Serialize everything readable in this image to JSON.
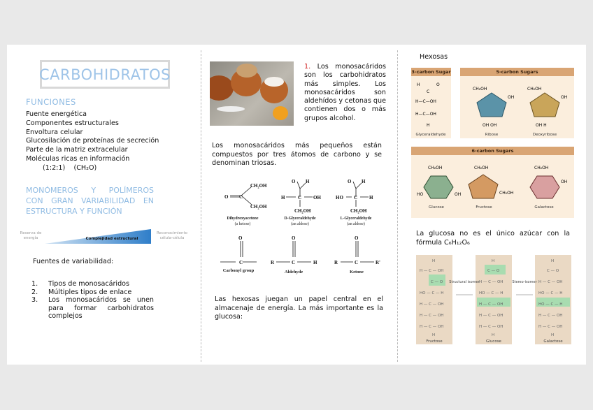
{
  "left": {
    "title": "CARBOHIDRATOS",
    "funciones_heading": "FUNCIONES",
    "funciones": [
      "Fuente energética",
      "Componentes estructurales",
      "Envoltura celular",
      "Glucosilación de proteínas de secreción",
      "Parte de la matriz extracelular",
      "Moléculas ricas en información"
    ],
    "ratio": "(1:2:1)",
    "formula": "(CH₂O)",
    "monomeros_heading": [
      "MONÓMEROS Y POLÍMEROS",
      "CON GRAN VARIABILIDAD EN",
      "ESTRUCTURA Y FUNCIÓN"
    ],
    "gradient": {
      "left": "Reserva de energía",
      "center": "Complejidad estructural",
      "right": "Reconocimiento célula-célula"
    },
    "fuentes_heading": "Fuentes de variabilidad:",
    "fuentes": [
      {
        "n": "1.",
        "text": "Tipos de monosacáridos"
      },
      {
        "n": "2.",
        "text": "Múltiples tipos de enlace"
      },
      {
        "n": "3.",
        "text": "Los monosacáridos se unen para formar carbohidratos complejos"
      }
    ]
  },
  "middle": {
    "num": "1.",
    "intro": "Los monosacáridos son los carbohidratos más simples. Los monosacáridos son aldehídos y cetonas que contienen dos o más grupos alcohol.",
    "triosas": "Los monosacáridos más pequeños están compuestos por tres átomos de carbono y se denominan triosas.",
    "structures": [
      {
        "name": "Dihydroxyacetone",
        "sub": "(a ketose)"
      },
      {
        "name": "D-Glyceraldehyde",
        "sub": "(an aldose)"
      },
      {
        "name": "L-Glyceraldehyde",
        "sub": "(an aldose)"
      }
    ],
    "groups": [
      "Carbonyl group",
      "Aldehyde",
      "Ketone"
    ],
    "hexosas_text": "Las hexosas juegan un papel central en el almacenaje de energía. La más importante es la glucosa:"
  },
  "right": {
    "hexosas_label": "Hexosas",
    "three_carbon": {
      "header": "3-carbon Sugar",
      "items": [
        "Glyceraldehyde"
      ]
    },
    "five_carbon": {
      "header": "5-carbon Sugars",
      "items": [
        "Ribose",
        "Deoxyribose"
      ]
    },
    "six_carbon": {
      "header": "6-carbon Sugars",
      "items": [
        "Glucose",
        "Fructose",
        "Galactose"
      ]
    },
    "glucosa_text": "La glucosa no es el único azúcar con la fórmula C₆H₁₂O₆",
    "isomers": {
      "panels": [
        "Fructose",
        "Glucose",
        "Galactose"
      ],
      "left_arrow": "Structural isomer",
      "right_arrow": "Stereo-isomer"
    }
  },
  "colors": {
    "accent_blue": "#8fbbe3",
    "tan": "#d9a574",
    "red_number": "#d02020",
    "highlight_green": "#a8dcb0"
  }
}
